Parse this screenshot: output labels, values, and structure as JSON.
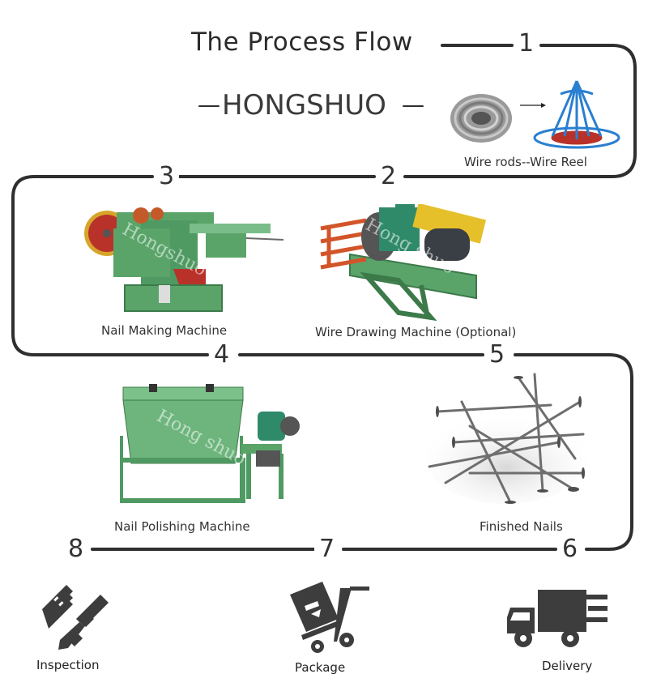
{
  "title": "The Process Flow",
  "brand": "HONGSHUO",
  "watermark_1": "Hongshuo",
  "watermark_2": "Hong shuo",
  "watermark_3": "Hong shuo",
  "steps": [
    {
      "number": "1",
      "label": "Wire rods--Wire Reel"
    },
    {
      "number": "2",
      "label": "Wire Drawing Machine (Optional)"
    },
    {
      "number": "3",
      "label": "Nail Making Machine"
    },
    {
      "number": "4",
      "label": "Nail Polishing Machine"
    },
    {
      "number": "5",
      "label": "Finished Nails"
    },
    {
      "number": "6",
      "label": ""
    },
    {
      "number": "7",
      "label": "Package"
    },
    {
      "number": "8",
      "label": "Inspection"
    }
  ],
  "delivery_label": "Delivery",
  "colors": {
    "line": "#2f2f2f",
    "machine_green": "#5aa46a",
    "reel_blue": "#2a7fd0",
    "red": "#b8322a",
    "icon_gray": "#3d3d3d"
  },
  "icons": [
    "pencil-ruler-icon",
    "package-trolley-icon",
    "delivery-truck-icon"
  ]
}
